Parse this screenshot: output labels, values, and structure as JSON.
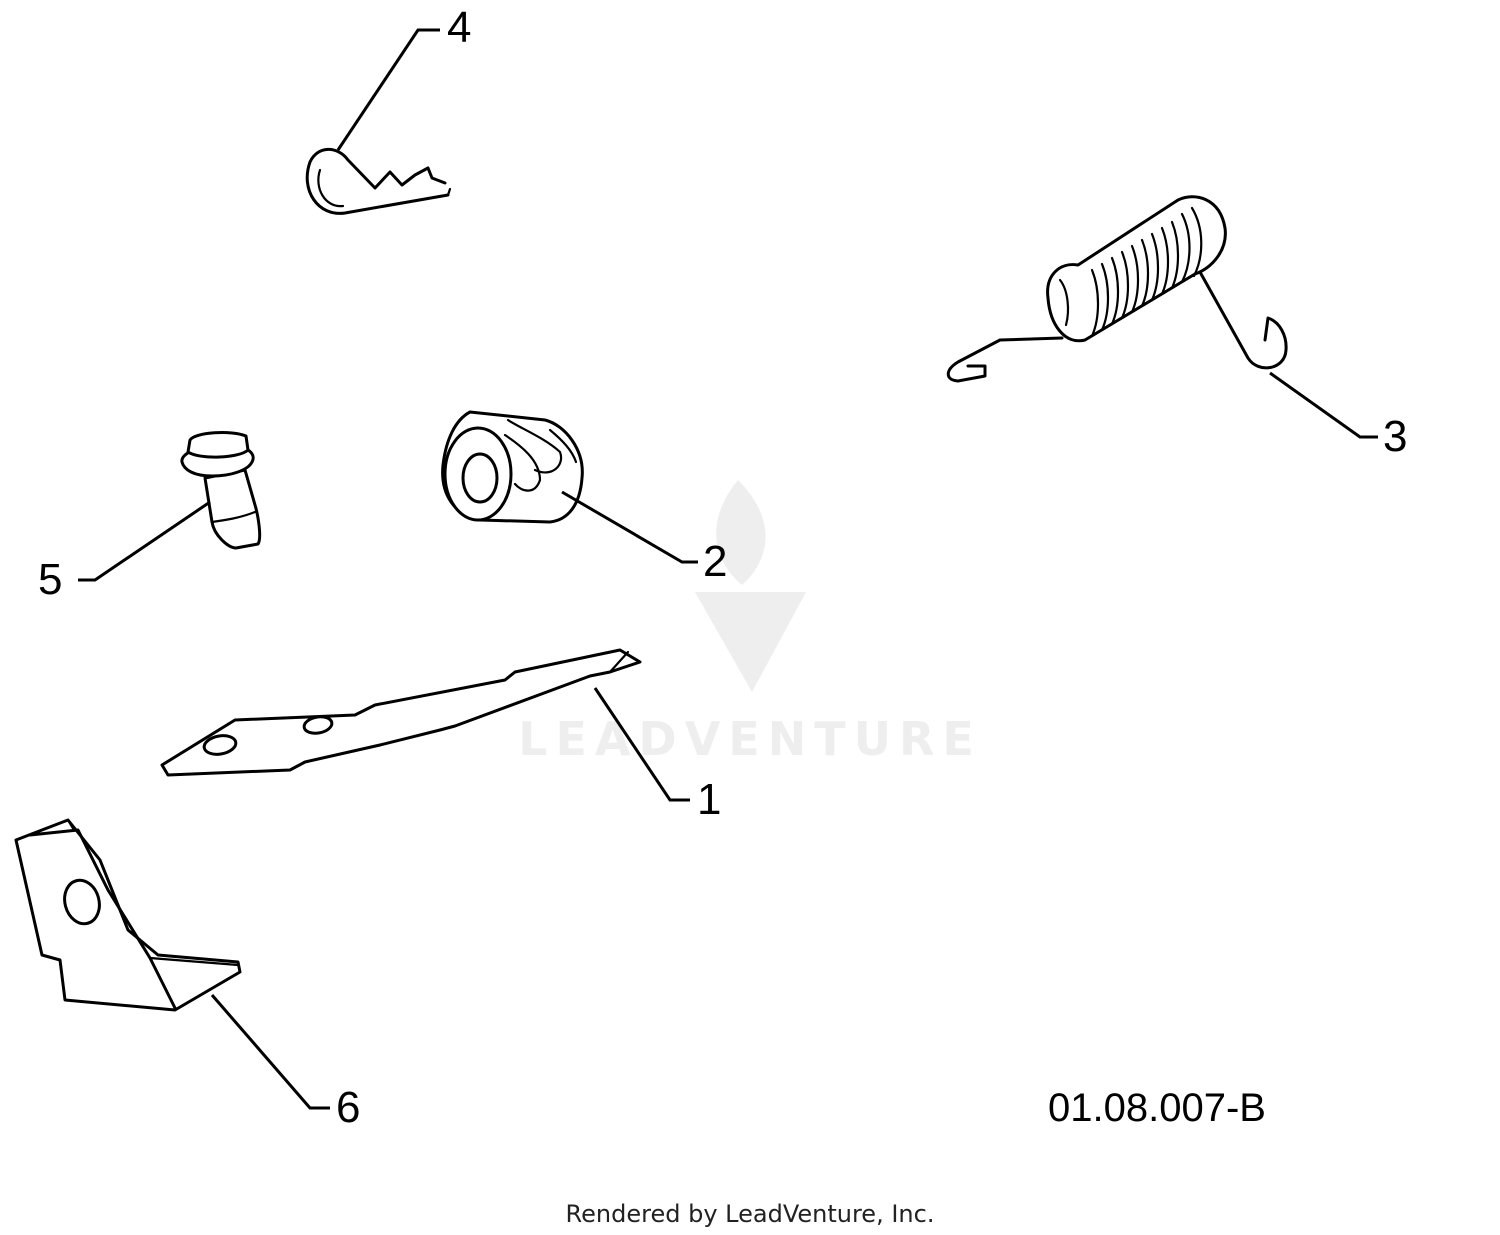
{
  "diagram": {
    "callouts": [
      "4",
      "3",
      "5",
      "2",
      "1",
      "6"
    ],
    "reference_code": "01.08.007-B",
    "watermark": "LEADVENTURE",
    "footer": "Rendered by LeadVenture, Inc."
  }
}
